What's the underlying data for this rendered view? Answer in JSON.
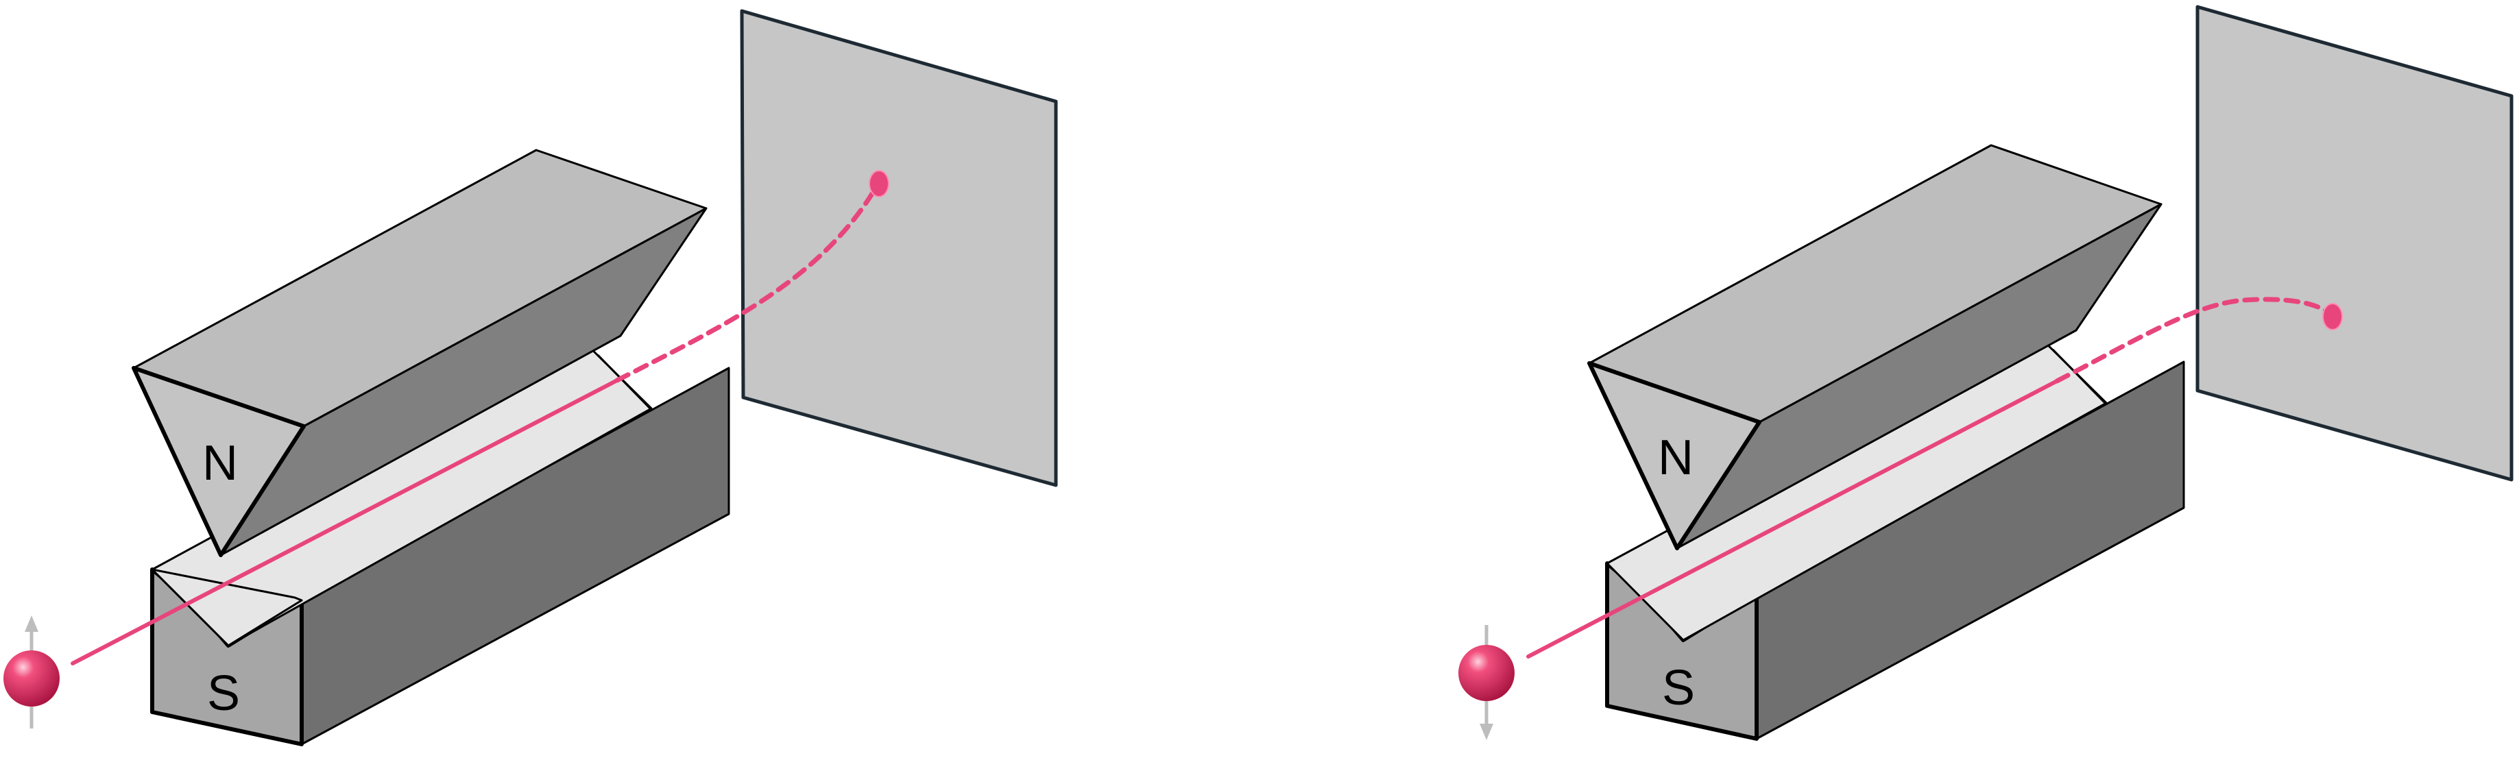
{
  "panels": [
    {
      "id": "left",
      "magnet": {
        "north_label": "N",
        "south_label": "S"
      },
      "particle": {
        "spin": "up"
      },
      "deflection": "up"
    },
    {
      "id": "right",
      "magnet": {
        "north_label": "N",
        "south_label": "S"
      },
      "particle": {
        "spin": "down"
      },
      "deflection": "down"
    }
  ],
  "colors": {
    "magnet_top_light": "#bdbdbd",
    "magnet_front": "#c4c4c4",
    "magnet_dark": "#808080",
    "magnet_side_dark": "#707070",
    "gap_surface": "#e6e6e6",
    "screen_fill": "#c6c6c6",
    "screen_border": "#1e2a33",
    "beam": "#e8457c",
    "spin_arrow": "#bdbdbd",
    "outline": "#000000"
  },
  "icons": {
    "particle": "sphere-particle-icon",
    "spin_up": "arrow-up-icon",
    "spin_down": "arrow-down-icon"
  }
}
